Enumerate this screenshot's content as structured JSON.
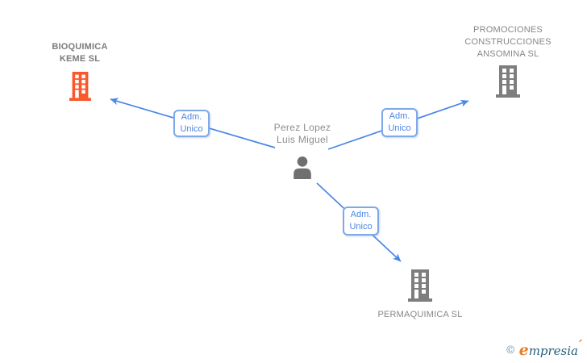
{
  "colors": {
    "edge_blue": "#4a86e8",
    "edge_box_border": "#7fa8e8",
    "building_gray": "#7e7e7e",
    "building_orange": "#f8582b",
    "person_gray": "#6f6f6f",
    "label_gray": "#878787",
    "logo_teal": "#255e7e",
    "logo_orange": "#ee7d1d"
  },
  "diagram": {
    "person": {
      "name": "Perez Lopez\nLuis Miguel",
      "icon": "person-icon"
    },
    "companies": [
      {
        "name": "BIOQUIMICA\nKEME SL",
        "icon": "building-icon",
        "highlighted": true
      },
      {
        "name": "PROMOCIONES\nCONSTRUCCIONES\nANSOMINA SL",
        "icon": "building-icon",
        "highlighted": false
      },
      {
        "name": "PERMAQUIMICA SL",
        "icon": "building-icon",
        "highlighted": false
      }
    ],
    "edges": [
      {
        "from": "Perez Lopez Luis Miguel",
        "to": "BIOQUIMICA KEME SL",
        "label": "Adm.\nUnico"
      },
      {
        "from": "Perez Lopez Luis Miguel",
        "to": "PROMOCIONES CONSTRUCCIONES ANSOMINA SL",
        "label": "Adm.\nUnico"
      },
      {
        "from": "Perez Lopez Luis Miguel",
        "to": "PERMAQUIMICA SL",
        "label": "Adm.\nUnico"
      }
    ]
  },
  "footer": {
    "copyright": "©",
    "brand_initial": "e",
    "brand_rest": "mpresia",
    "accent": "´"
  }
}
